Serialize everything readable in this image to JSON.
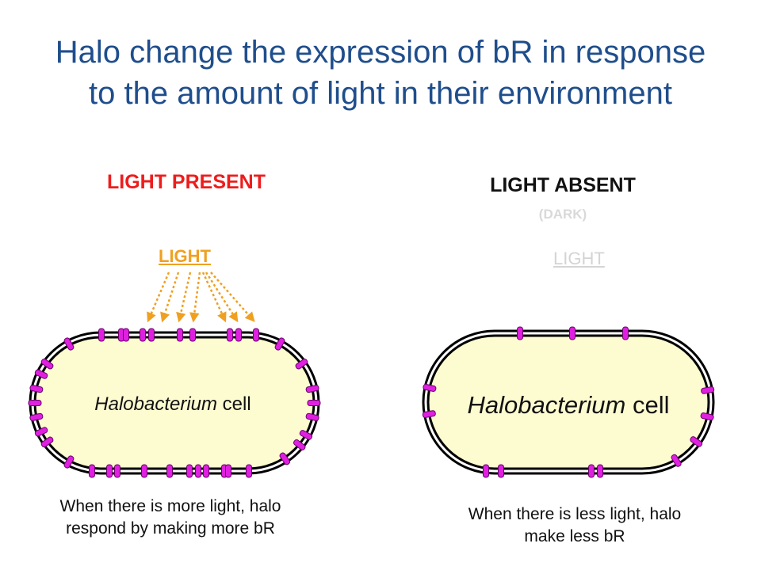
{
  "title": {
    "line1": "Halo change the expression of bR in response",
    "line2": "to the amount of light in their environment"
  },
  "left_panel": {
    "heading": "LIGHT PRESENT",
    "light_label": "LIGHT",
    "cell_label_italic": "Halobacterium",
    "cell_label_rest": " cell",
    "caption_line1": "When there is more light, halo",
    "caption_line2": "respond by making more bR"
  },
  "right_panel": {
    "heading": "LIGHT ABSENT",
    "subheading": "(DARK)",
    "light_label": "LIGHT",
    "cell_label_italic": "Halobacterium",
    "cell_label_rest": " cell",
    "caption_line1": "When there is less light, halo",
    "caption_line2": "make less bR"
  },
  "colors": {
    "title": "#1f4e8c",
    "light_present": "#ee1c1c",
    "light_arrows": "#f0a020",
    "cell_fill": "#fdfbd0",
    "bR_protein": "#e020e0",
    "faded_text": "#d4d4d4"
  }
}
